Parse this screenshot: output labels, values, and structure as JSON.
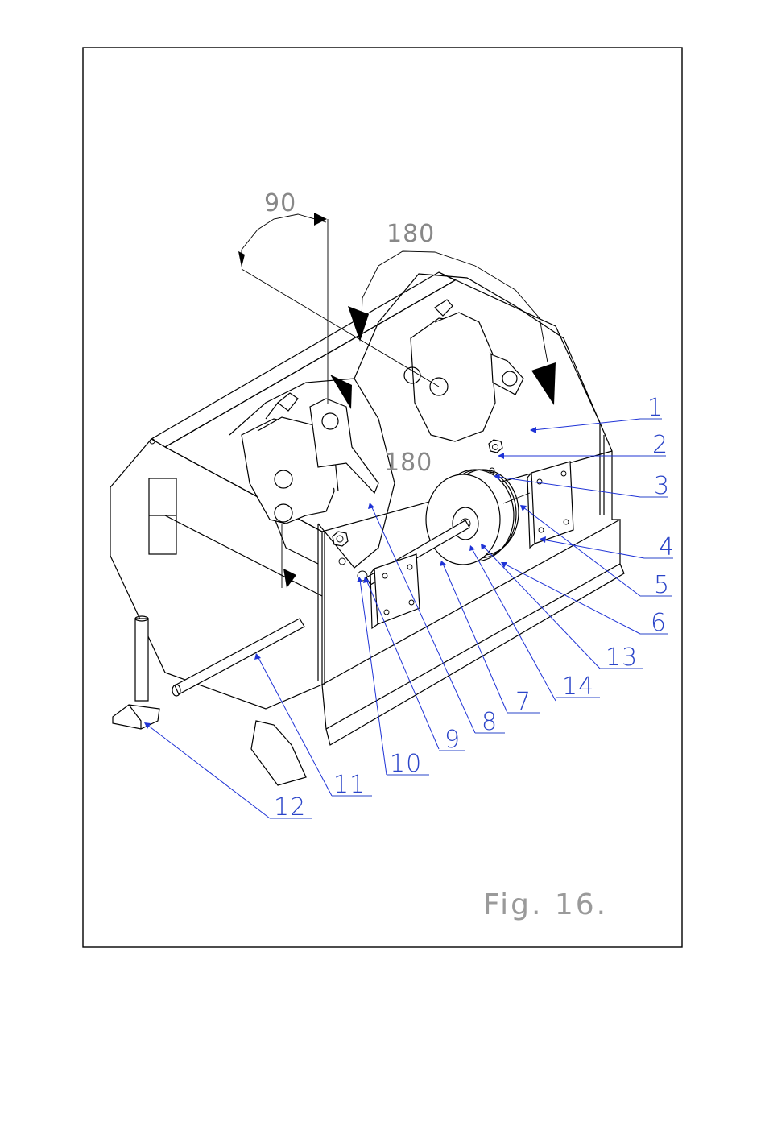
{
  "figure_caption": "Fig. 16.",
  "angles": [
    {
      "id": "angle-90",
      "value": "90"
    },
    {
      "id": "angle-180-top",
      "value": "180"
    },
    {
      "id": "angle-180-mid",
      "value": "180"
    }
  ],
  "callouts": [
    {
      "id": "1",
      "label": "1"
    },
    {
      "id": "2",
      "label": "2"
    },
    {
      "id": "3",
      "label": "3"
    },
    {
      "id": "4",
      "label": "4"
    },
    {
      "id": "5",
      "label": "5"
    },
    {
      "id": "6",
      "label": "6"
    },
    {
      "id": "13",
      "label": "13"
    },
    {
      "id": "14",
      "label": "14"
    },
    {
      "id": "7",
      "label": "7"
    },
    {
      "id": "8",
      "label": "8"
    },
    {
      "id": "9",
      "label": "9"
    },
    {
      "id": "10",
      "label": "10"
    },
    {
      "id": "11",
      "label": "11"
    },
    {
      "id": "12",
      "label": "12"
    }
  ],
  "colors": {
    "leader": "#1f33d6",
    "callout_text": "#2a44c8",
    "angle_text": "#888888",
    "caption_text": "#9a9a9a",
    "line": "#000000"
  }
}
